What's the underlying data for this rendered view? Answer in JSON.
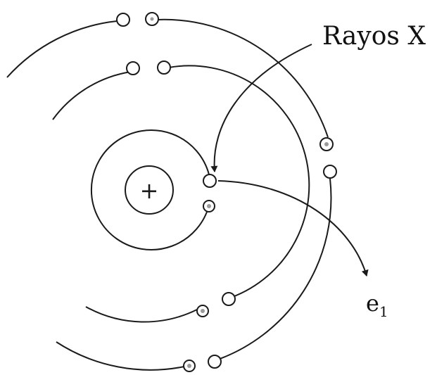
{
  "labels": {
    "xray": "Rayos X",
    "electron_letter": "e",
    "electron_sub": "1"
  },
  "nucleus": {
    "symbol": "+"
  },
  "colors": {
    "stroke": "#1a1a1a",
    "text": "#111111",
    "background": "#ffffff",
    "electron_fill": "#ffffff"
  }
}
